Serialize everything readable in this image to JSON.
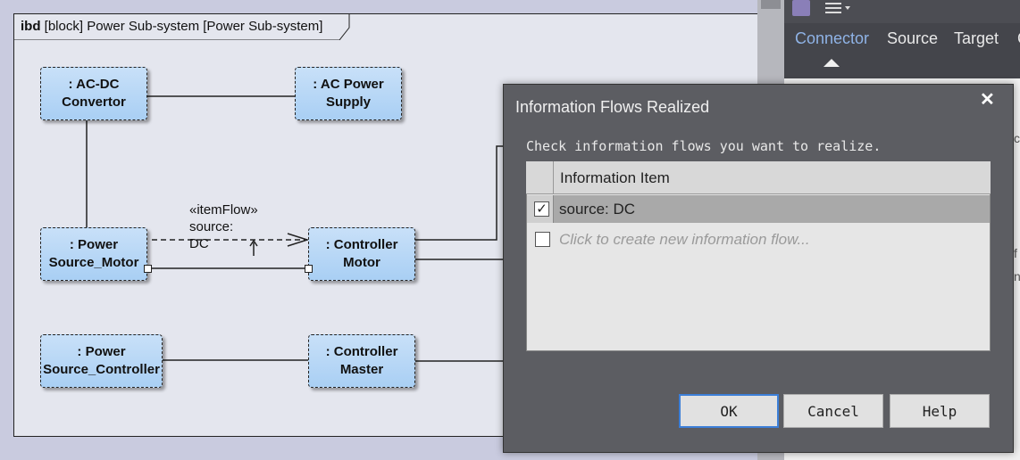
{
  "diagram": {
    "frame_kind": "ibd",
    "frame_title": "[block] Power Sub-system [Power Sub-system]",
    "blocks": [
      {
        "id": "acdc",
        "label": ": AC-DC\nConvertor"
      },
      {
        "id": "acpower",
        "label": ": AC Power\nSupply"
      },
      {
        "id": "psmotor",
        "label": ": Power\nSource_Motor"
      },
      {
        "id": "ctrlmotor",
        "label": ": Controller\nMotor"
      },
      {
        "id": "pscontroller",
        "label": ": Power\nSource_Controller"
      },
      {
        "id": "ctrlmaster",
        "label": ": Controller\nMaster"
      }
    ],
    "item_flow_label": "«itemFlow»\nsource:\nDC"
  },
  "right_panel": {
    "tabs": [
      "Connector",
      "Source",
      "Target",
      "C"
    ],
    "active_tab": "Connector",
    "side_chars": [
      "c",
      "f",
      "n"
    ]
  },
  "dialog": {
    "title": "Information Flows Realized",
    "close_symbol": "✕",
    "prompt": "Check information flows you want to realize.",
    "column_header": "Information Item",
    "rows": [
      {
        "label": "source: DC",
        "checked": true,
        "check_symbol": "✓"
      }
    ],
    "new_row_placeholder": "Click to create new information flow...",
    "buttons": {
      "ok": "OK",
      "cancel": "Cancel",
      "help": "Help"
    }
  },
  "colors": {
    "accent": "#8fb3e6",
    "block_fill": "#b7d7f6",
    "dialog_bg": "#5c5d62"
  }
}
